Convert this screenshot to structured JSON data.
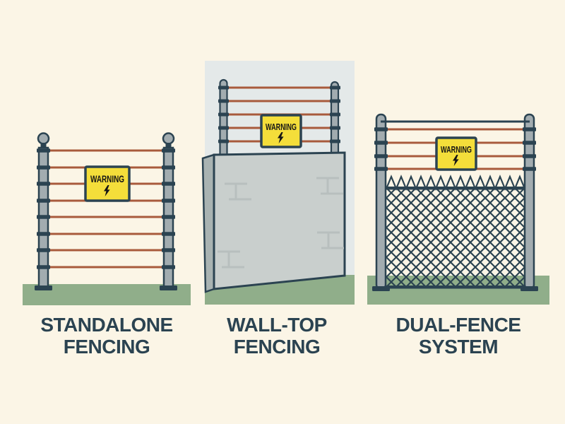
{
  "warning_sign": {
    "label": "WARNING",
    "icon": "lightning-bolt"
  },
  "panels": [
    {
      "id": "standalone-fencing",
      "caption": "STANDALONE FENCING",
      "electric_wire_count": 8
    },
    {
      "id": "wall-top-fencing",
      "caption": "WALL-TOP FENCING",
      "electric_wire_count": 5
    },
    {
      "id": "dual-fence-system",
      "caption": "DUAL-FENCE SYSTEM",
      "electric_wire_count": 4
    }
  ],
  "colors": {
    "background": "#FBF5E6",
    "outline_ink": "#2B4351",
    "electric_wire": "#A85A3C",
    "post_gray": "#A2ACB0",
    "warning_yellow": "#F4DE3A",
    "grass_green": "#90AE8A",
    "sky_gray": "#E4E9E9",
    "wall_face_gray": "#C9CFCD",
    "wall_side_gray": "#A9B3B2",
    "brick_joint_gray": "#B8BFBE",
    "caption_ink": "#2B4351"
  }
}
